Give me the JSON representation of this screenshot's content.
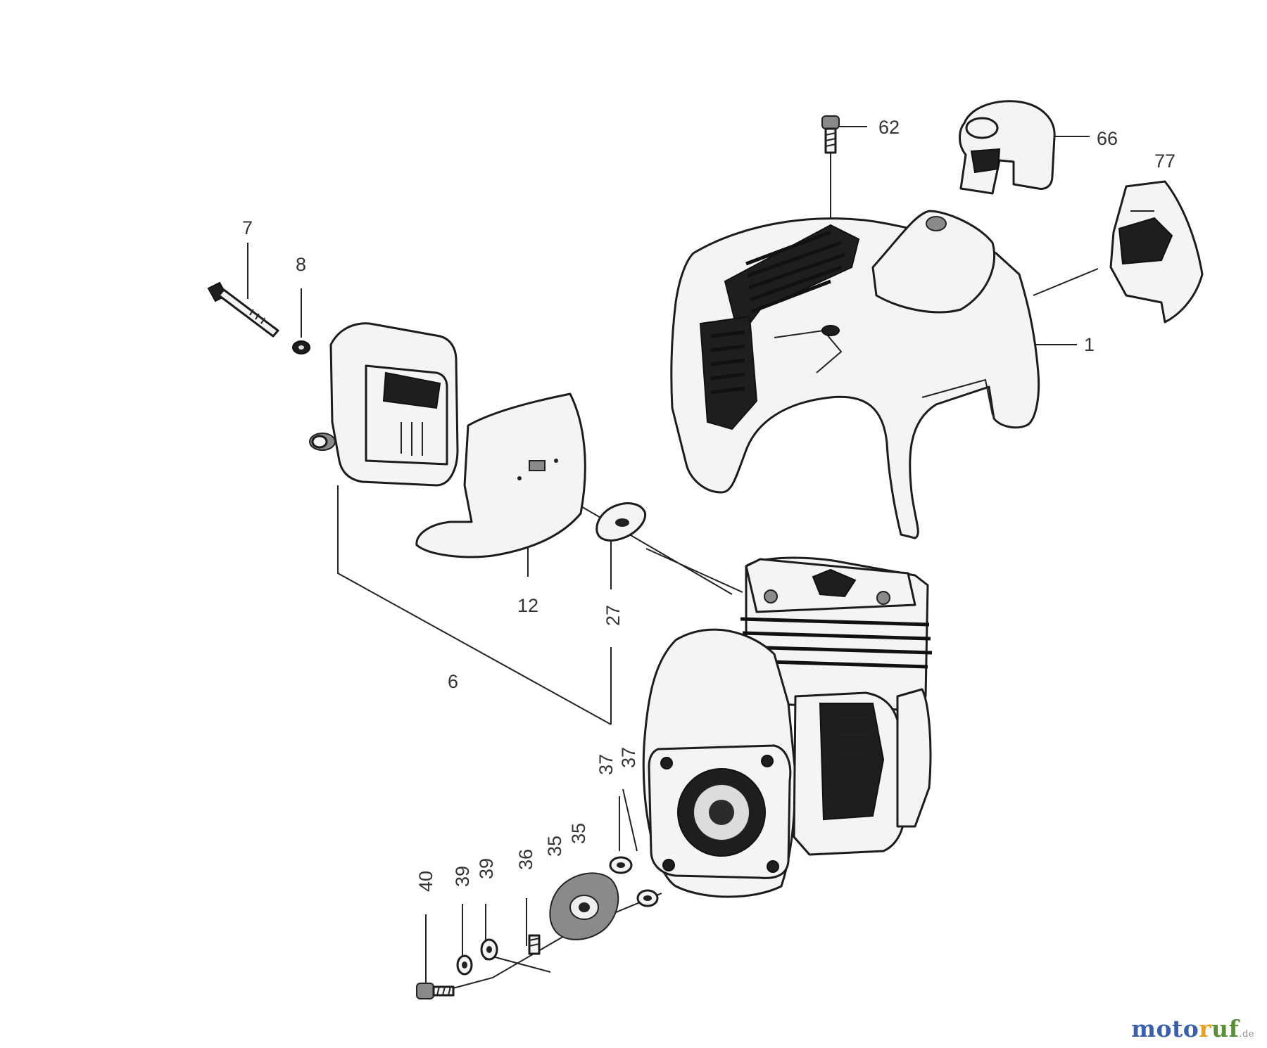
{
  "diagram": {
    "callouts": [
      "62",
      "66",
      "77",
      "1",
      "7",
      "8",
      "12",
      "27",
      "6",
      "37",
      "37",
      "35",
      "35",
      "36",
      "39",
      "39",
      "40"
    ]
  },
  "watermark": {
    "prefix": "moto",
    "accent": "r",
    "suffix_main": "uf",
    "tld": ".de",
    "colors": {
      "main": "#3b5fa8",
      "accent": "#e8a020",
      "uf": "#5a8f3a"
    }
  }
}
